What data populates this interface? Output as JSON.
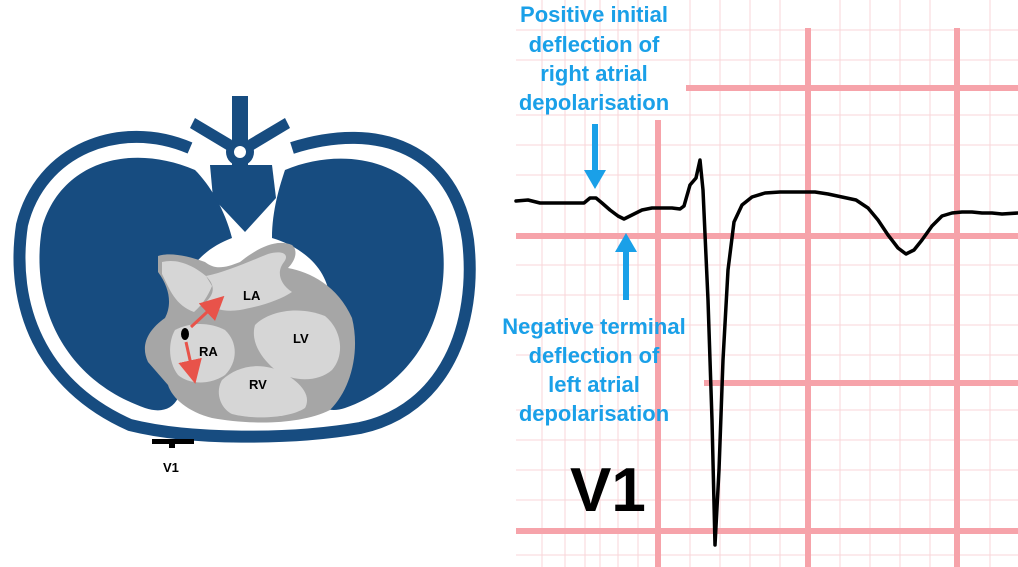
{
  "thorax": {
    "chambers": {
      "la": "LA",
      "lv": "LV",
      "ra": "RA",
      "rv": "RV"
    },
    "electrode_label": "V1"
  },
  "ecg": {
    "lead_label": "V1",
    "annotation_top": {
      "line1": "Positive initial",
      "line2": "deflection of",
      "line3": "right atrial",
      "line4": "depolarisation"
    },
    "annotation_bottom": {
      "line1": "Negative terminal",
      "line2": "deflection of",
      "line3": "left atrial",
      "line4": "depolarisation"
    }
  },
  "colors": {
    "lung": "#174c80",
    "heart_outer": "#a6a6a6",
    "heart_inner": "#d6d6d6",
    "arrow": "#e8534a",
    "annotation": "#1aa0e8",
    "grid_major": "#f6a3aa",
    "grid_minor": "#f9d6d9"
  }
}
